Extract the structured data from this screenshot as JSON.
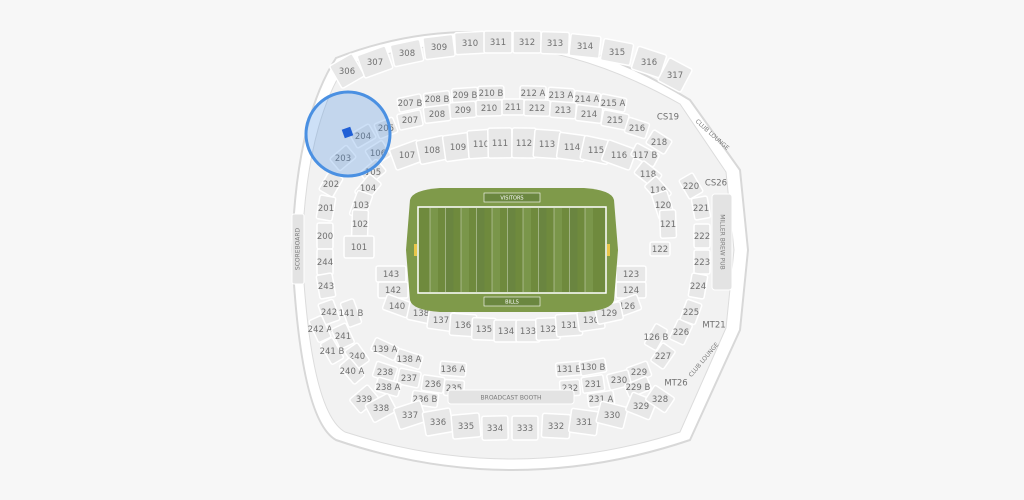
{
  "colors": {
    "section_fill": "#e8e8e8",
    "turf": "#7f9a4a",
    "turf_dark": "#6f8a3d",
    "highlight": "#4a90e2",
    "seat_marker": "#1f5fd6"
  },
  "field": {
    "top_endzone": "VISITORS",
    "bottom_endzone": "BILLS"
  },
  "labels": {
    "scoreboard": "SCOREBOARD",
    "broadcast": "BROADCAST BOOTH",
    "miller": "MILLER BREW PUB",
    "cs19": "CS19",
    "cs26": "CS26",
    "mt21": "MT21",
    "mt26": "MT26",
    "club_upper": "CLUB LOUNGE",
    "club_lower": "CLUB LOUNGE"
  },
  "sections": [
    {
      "id": "306",
      "l": "306"
    },
    {
      "id": "307",
      "l": "307"
    },
    {
      "id": "308",
      "l": "308"
    },
    {
      "id": "309",
      "l": "309"
    },
    {
      "id": "310",
      "l": "310"
    },
    {
      "id": "311",
      "l": "311"
    },
    {
      "id": "312",
      "l": "312"
    },
    {
      "id": "313",
      "l": "313"
    },
    {
      "id": "314",
      "l": "314"
    },
    {
      "id": "315",
      "l": "315"
    },
    {
      "id": "316",
      "l": "316"
    },
    {
      "id": "317",
      "l": "317"
    },
    {
      "id": "207b",
      "l": "207 B"
    },
    {
      "id": "208b",
      "l": "208 B"
    },
    {
      "id": "209b",
      "l": "209 B"
    },
    {
      "id": "210b",
      "l": "210 B"
    },
    {
      "id": "212a",
      "l": "212 A"
    },
    {
      "id": "213a",
      "l": "213 A"
    },
    {
      "id": "214a",
      "l": "214 A"
    },
    {
      "id": "215a",
      "l": "215 A"
    },
    {
      "id": "205",
      "l": "205"
    },
    {
      "id": "207",
      "l": "207"
    },
    {
      "id": "208",
      "l": "208"
    },
    {
      "id": "209",
      "l": "209"
    },
    {
      "id": "210",
      "l": "210"
    },
    {
      "id": "211",
      "l": "211"
    },
    {
      "id": "212",
      "l": "212"
    },
    {
      "id": "213",
      "l": "213"
    },
    {
      "id": "214",
      "l": "214"
    },
    {
      "id": "215",
      "l": "215"
    },
    {
      "id": "216",
      "l": "216"
    },
    {
      "id": "204",
      "l": "204"
    },
    {
      "id": "203",
      "l": "203"
    },
    {
      "id": "106",
      "l": "106"
    },
    {
      "id": "107",
      "l": "107"
    },
    {
      "id": "108",
      "l": "108"
    },
    {
      "id": "109",
      "l": "109"
    },
    {
      "id": "110",
      "l": "110"
    },
    {
      "id": "111",
      "l": "111"
    },
    {
      "id": "112",
      "l": "112"
    },
    {
      "id": "113",
      "l": "113"
    },
    {
      "id": "114",
      "l": "114"
    },
    {
      "id": "115",
      "l": "115"
    },
    {
      "id": "116",
      "l": "116"
    },
    {
      "id": "117b",
      "l": "117 B"
    },
    {
      "id": "218",
      "l": "218"
    },
    {
      "id": "105",
      "l": "105"
    },
    {
      "id": "118",
      "l": "118"
    },
    {
      "id": "202",
      "l": "202"
    },
    {
      "id": "104",
      "l": "104"
    },
    {
      "id": "119",
      "l": "119"
    },
    {
      "id": "220",
      "l": "220"
    },
    {
      "id": "201",
      "l": "201"
    },
    {
      "id": "103",
      "l": "103"
    },
    {
      "id": "120",
      "l": "120"
    },
    {
      "id": "221",
      "l": "221"
    },
    {
      "id": "102",
      "l": "102"
    },
    {
      "id": "121",
      "l": "121"
    },
    {
      "id": "200",
      "l": "200"
    },
    {
      "id": "101",
      "l": "101"
    },
    {
      "id": "122",
      "l": "122"
    },
    {
      "id": "222",
      "l": "222"
    },
    {
      "id": "244",
      "l": "244"
    },
    {
      "id": "223",
      "l": "223"
    },
    {
      "id": "143",
      "l": "143"
    },
    {
      "id": "123",
      "l": "123"
    },
    {
      "id": "243",
      "l": "243"
    },
    {
      "id": "142",
      "l": "142"
    },
    {
      "id": "124",
      "l": "124"
    },
    {
      "id": "224",
      "l": "224"
    },
    {
      "id": "140",
      "l": "140"
    },
    {
      "id": "126",
      "l": "126"
    },
    {
      "id": "242",
      "l": "242"
    },
    {
      "id": "141b",
      "l": "141 B"
    },
    {
      "id": "138",
      "l": "138"
    },
    {
      "id": "137",
      "l": "137"
    },
    {
      "id": "136",
      "l": "136"
    },
    {
      "id": "135",
      "l": "135"
    },
    {
      "id": "134",
      "l": "134"
    },
    {
      "id": "133",
      "l": "133"
    },
    {
      "id": "132",
      "l": "132"
    },
    {
      "id": "131",
      "l": "131"
    },
    {
      "id": "130",
      "l": "130"
    },
    {
      "id": "129",
      "l": "129"
    },
    {
      "id": "225",
      "l": "225"
    },
    {
      "id": "242a",
      "l": "242 A"
    },
    {
      "id": "241",
      "l": "241"
    },
    {
      "id": "226",
      "l": "226"
    },
    {
      "id": "126b",
      "l": "126 B"
    },
    {
      "id": "241b",
      "l": "241 B"
    },
    {
      "id": "139a",
      "l": "139 A"
    },
    {
      "id": "227",
      "l": "227"
    },
    {
      "id": "240",
      "l": "240"
    },
    {
      "id": "138a",
      "l": "138 A"
    },
    {
      "id": "240a",
      "l": "240 A"
    },
    {
      "id": "238",
      "l": "238"
    },
    {
      "id": "237",
      "l": "237"
    },
    {
      "id": "136a",
      "l": "136 A"
    },
    {
      "id": "131b",
      "l": "131 B"
    },
    {
      "id": "130b",
      "l": "130 B"
    },
    {
      "id": "229",
      "l": "229"
    },
    {
      "id": "230",
      "l": "230"
    },
    {
      "id": "231",
      "l": "231"
    },
    {
      "id": "232",
      "l": "232"
    },
    {
      "id": "235",
      "l": "235"
    },
    {
      "id": "236",
      "l": "236"
    },
    {
      "id": "238a",
      "l": "238 A"
    },
    {
      "id": "229b",
      "l": "229 B"
    },
    {
      "id": "236b",
      "l": "236 B"
    },
    {
      "id": "231a",
      "l": "231 A"
    },
    {
      "id": "339",
      "l": "339"
    },
    {
      "id": "338",
      "l": "338"
    },
    {
      "id": "337",
      "l": "337"
    },
    {
      "id": "336",
      "l": "336"
    },
    {
      "id": "335",
      "l": "335"
    },
    {
      "id": "334",
      "l": "334"
    },
    {
      "id": "333",
      "l": "333"
    },
    {
      "id": "332",
      "l": "332"
    },
    {
      "id": "331",
      "l": "331"
    },
    {
      "id": "330",
      "l": "330"
    },
    {
      "id": "329",
      "l": "329"
    },
    {
      "id": "328",
      "l": "328"
    }
  ]
}
